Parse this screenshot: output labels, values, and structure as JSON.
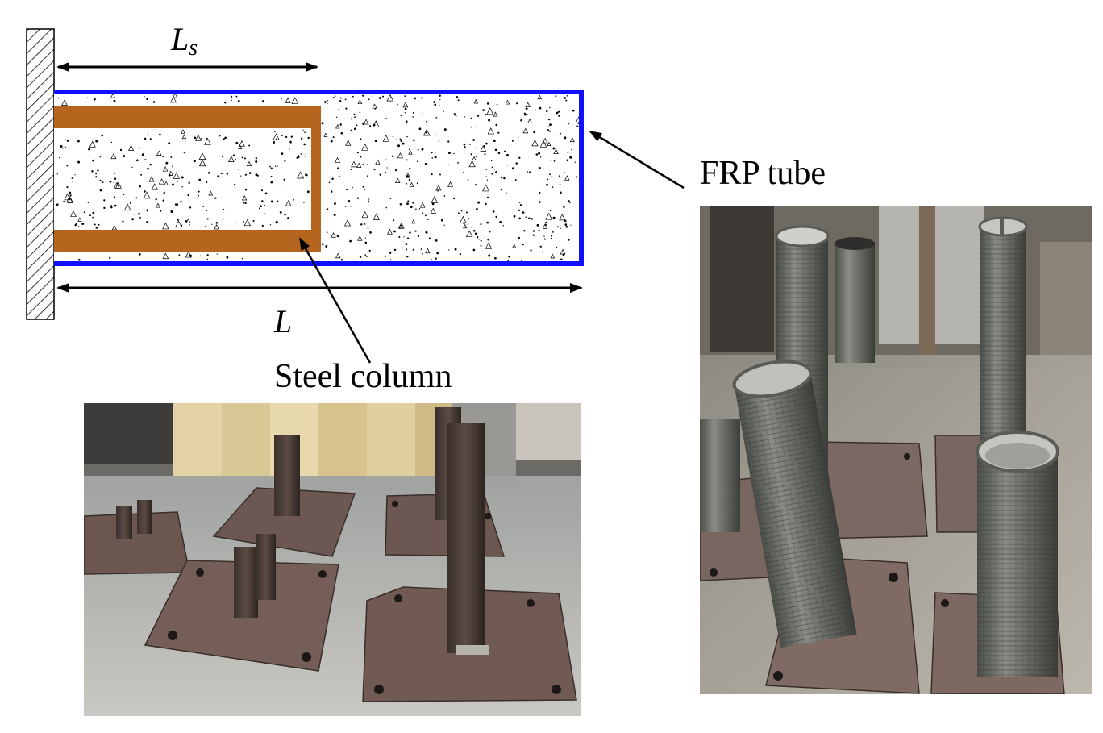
{
  "labels": {
    "ls_main": "L",
    "ls_sub": "s",
    "l": "L",
    "frp_tube": "FRP tube",
    "steel_column": "Steel column"
  },
  "colors": {
    "frp": "#1010ff",
    "steel": "#b5651d",
    "concrete": "#ffffff",
    "dots": "#000000",
    "wall_hatch": "#000000"
  },
  "photos": {
    "bottom": "steel-column-specimens-photo",
    "right": "frp-tube-specimens-photo"
  }
}
